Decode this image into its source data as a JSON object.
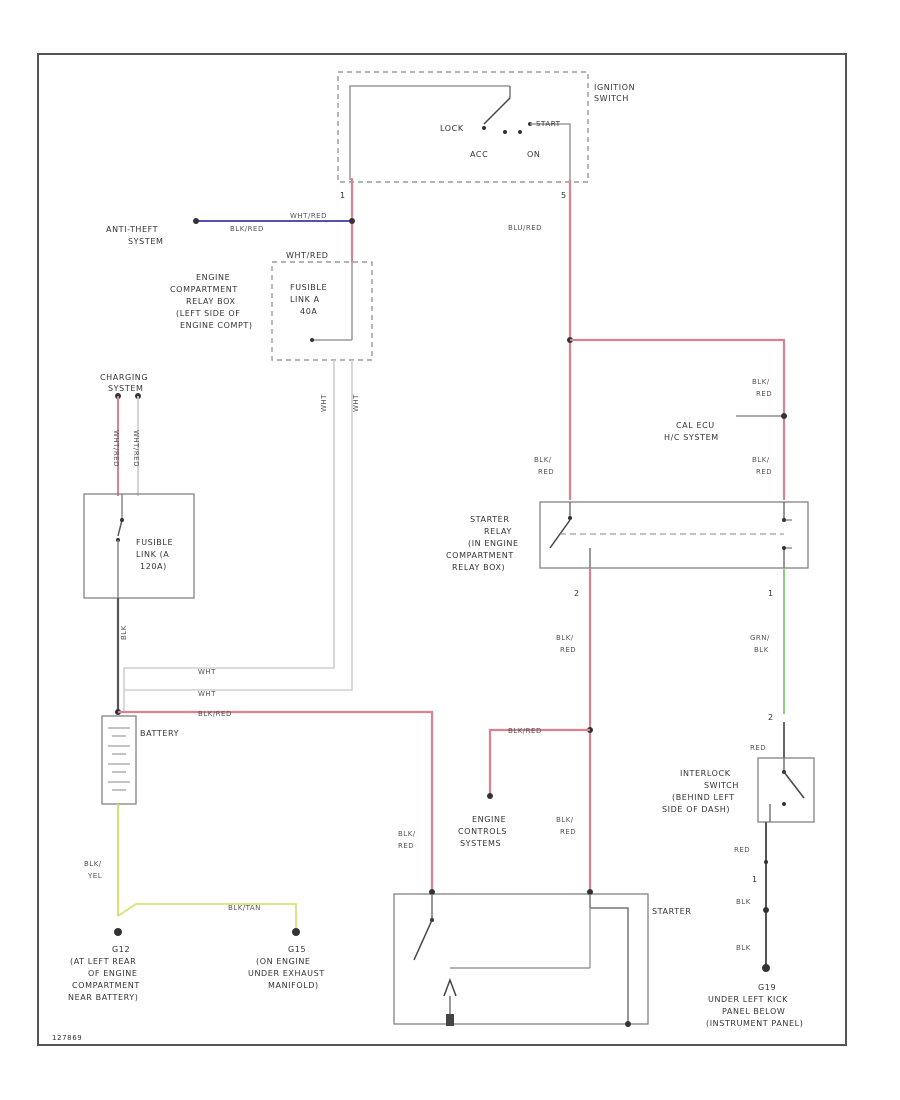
{
  "colors": {
    "frame": "#555555",
    "wire_red": "#d9838e",
    "wire_red_dark": "#c5606c",
    "wire_white": "#cfcfcf",
    "wire_blue": "#3a3aa8",
    "wire_green": "#8ccf7a",
    "wire_yellow": "#d7e07a",
    "wire_black": "#555555"
  },
  "ignition_switch": {
    "title_line1": "IGNITION",
    "title_line2": "SWITCH",
    "lock": "LOCK",
    "start": "START",
    "acc": "ACC",
    "on": "ON"
  },
  "anti_theft": {
    "line1": "ANTI-THEFT",
    "line2": "SYSTEM",
    "wire_label": "BLK/RED",
    "wire_label2": "WHT/RED"
  },
  "engine_relay_box": {
    "line1": "ENGINE",
    "line2": "COMPARTMENT",
    "line3": "RELAY BOX",
    "line4": "(LEFT SIDE OF",
    "line5": "ENGINE COMPT)"
  },
  "fusible_link_a": {
    "top": "WHT/RED",
    "line1": "FUSIBLE",
    "line2": "LINK A",
    "line3": "40A"
  },
  "charging_system": {
    "line1": "CHARGING",
    "line2": "SYSTEM"
  },
  "fusible_link_main": {
    "line1": "FUSIBLE",
    "line2": "LINK (A",
    "line3": "120A)"
  },
  "battery": {
    "label": "BATTERY"
  },
  "wires": {
    "wht_red_left": "WHT/RED",
    "wht_red_right": "WHT/RED",
    "wht_1": "WHT",
    "wht_2": "WHT",
    "wht_v1": "WHT",
    "wht_v2": "WHT",
    "blk": "BLK",
    "blk_red_batt": "BLK/RED",
    "blu_red_top": "BLU/RED",
    "blk_red_left": "BLK/\nRED",
    "blk_red_right": "BLK/\nRED",
    "blk_red_upper": "BLK/\nRED",
    "blk_red_mid": "BLK/\nRED",
    "blk_red_ecs": "BLK/RED",
    "blk_red_starter_right": "BLK/\nRED",
    "blk_red_starter_left": "BLK/\nRED",
    "grn_blk": "GRN/\nBLK",
    "blk_yel": "BLK/\nYEL",
    "blk_tan": "BLK/TAN",
    "red_1": "RED",
    "red_2": "RED",
    "blk_1": "BLK",
    "blk_2": "BLK"
  },
  "cal_ecu": {
    "line1": "CAL ECU",
    "line2": "H/C SYSTEM"
  },
  "starter_relay": {
    "line1": "STARTER",
    "line2": "RELAY",
    "line3": "(IN ENGINE",
    "line4": "COMPARTMENT",
    "line5": "RELAY BOX)"
  },
  "engine_controls": {
    "line1": "ENGINE",
    "line2": "CONTROLS",
    "line3": "SYSTEMS"
  },
  "interlock_switch": {
    "line1": "INTERLOCK",
    "line2": "SWITCH",
    "line3": "(BEHIND LEFT",
    "line4": "SIDE OF DASH)"
  },
  "starter": {
    "label": "STARTER"
  },
  "ground_g1": {
    "id": "G12",
    "line1": "(AT LEFT REAR",
    "line2": "OF ENGINE",
    "line3": "COMPARTMENT",
    "line4": "NEAR BATTERY)"
  },
  "ground_g2": {
    "id": "G15",
    "line1": "(ON ENGINE",
    "line2": "UNDER EXHAUST",
    "line3": "MANIFOLD)"
  },
  "ground_g3": {
    "id": "G19",
    "line1": "UNDER LEFT KICK",
    "line2": "PANEL BELOW",
    "line3": "(INSTRUMENT PANEL)"
  },
  "pins": {
    "ign1": "1",
    "ign5": "5",
    "sr2": "2",
    "sr1": "1",
    "il2": "2",
    "il1": "1"
  },
  "footer_code": "127869"
}
